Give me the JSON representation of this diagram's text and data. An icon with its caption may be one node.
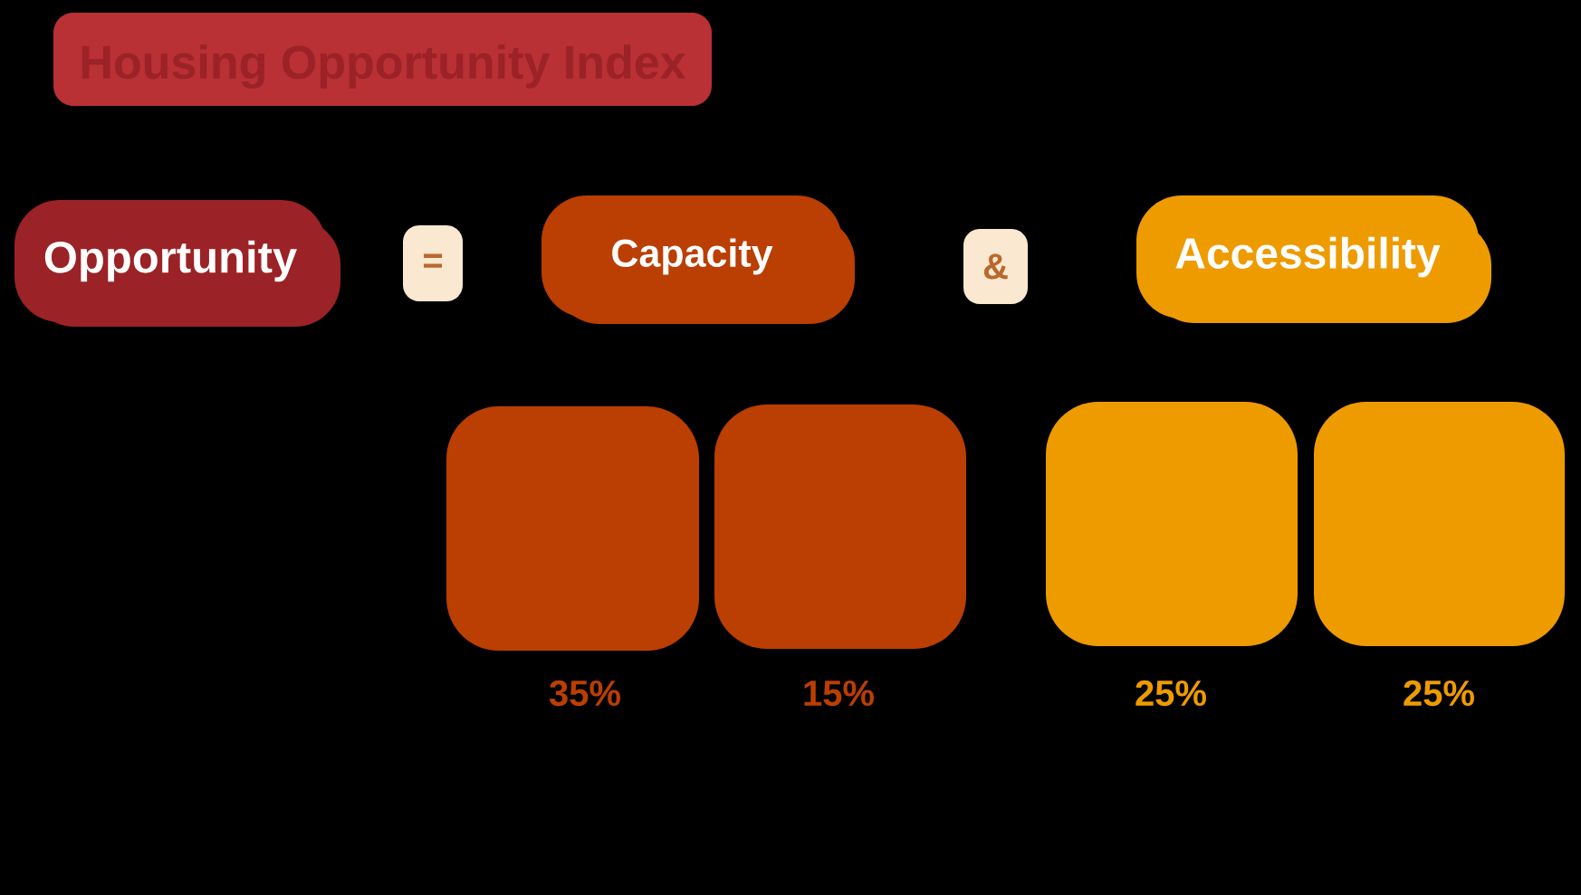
{
  "diagram": {
    "title": "Housing Opportunity Index",
    "nodes": [
      {
        "text": [
          "Opportunity"
        ]
      },
      {
        "text": [
          "="
        ]
      },
      {
        "text": [
          "Capacity"
        ]
      },
      {
        "text": [
          "&"
        ]
      },
      {
        "text": [
          "Accessibility"
        ]
      },
      {
        "text": [],
        "shape": "box",
        "beside": [
          "35%"
        ]
      },
      {
        "text": [],
        "shape": "box",
        "beside": [
          "15%"
        ]
      },
      {
        "text": [],
        "shape": "box",
        "beside": [
          "25%"
        ]
      },
      {
        "text": [],
        "shape": "box",
        "beside": [
          "25%"
        ]
      }
    ]
  }
}
